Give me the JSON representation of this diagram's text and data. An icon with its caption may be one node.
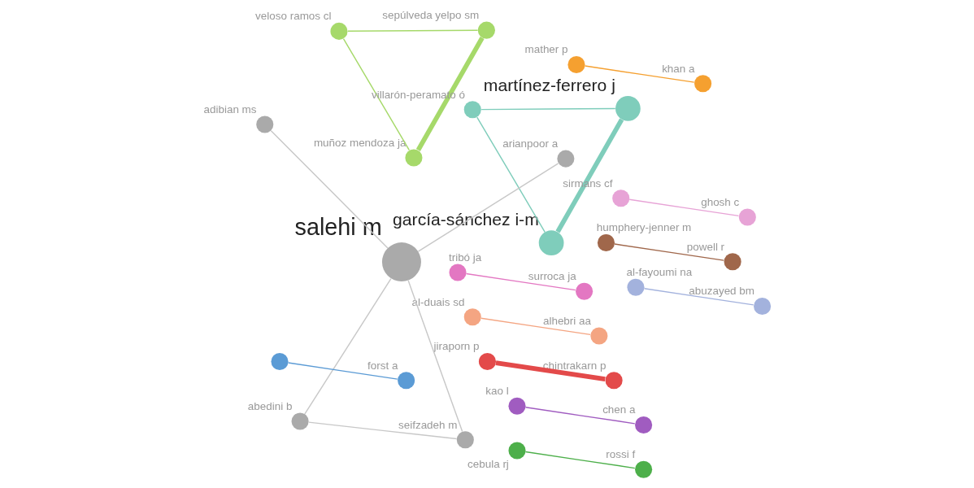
{
  "diagram": {
    "nodes": [
      {
        "text": [
          "veloso ramos cl"
        ]
      },
      {
        "text": [
          "tribó ja"
        ]
      },
      {
        "text": [
          "al-duais sd"
        ]
      },
      {
        "text": [
          "sepúlveda yelpo sm"
        ]
      },
      {
        "text": [
          "muñoz mendoza ja"
        ]
      },
      {
        "text": [
          "jiraporn p"
        ]
      },
      {
        "text": [
          "surroca ja"
        ]
      },
      {
        "text": [
          "alhebri aa"
        ]
      },
      {
        "text": [
          "abedini b"
        ]
      },
      {
        "text": [
          "seifzadeh m"
        ]
      },
      {
        "text": [],
        "shape": "circle"
      },
      {
        "text": [
          "villarón-peramato ó"
        ]
      },
      {
        "text": [
          "chintrakarn p"
        ]
      },
      {
        "text": [
          "martínez-ferrero j"
        ]
      },
      {
        "text": [
          "salehi m"
        ]
      },
      {
        "text": [
          "adibian ms"
        ]
      },
      {
        "text": [
          "arianpoor a"
        ]
      },
      {
        "text": [
          "forst a"
        ]
      },
      {
        "text": [
          "garcía-sánchez i-m"
        ]
      },
      {
        "text": [
          "kao l"
        ]
      },
      {
        "text": [
          "humphery-jenner m"
        ]
      },
      {
        "text": [
          "mather p"
        ]
      },
      {
        "text": [
          "sirmans cf"
        ]
      },
      {
        "text": [
          "ghosh c"
        ]
      },
      {
        "text": [
          "chen a"
        ]
      },
      {
        "text": [
          "cebula rj"
        ]
      },
      {
        "text": [
          "rossi f"
        ]
      },
      {
        "text": [
          "al-fayoumi na"
        ]
      },
      {
        "text": [
          "abuzayed bm"
        ]
      },
      {
        "text": [
          "powell r"
        ]
      },
      {
        "text": [
          "khan a"
        ]
      }
    ],
    "edges": [
      {
        "from": 3,
        "to": 0,
        "arrow": "none",
        "color": "#a6d96a"
      },
      {
        "from": 0,
        "to": 4,
        "arrow": "none",
        "color": "#a6d96a"
      },
      {
        "from": 3,
        "to": 4,
        "arrow": "none",
        "style": "thick",
        "color": "#a6d96a"
      },
      {
        "from": 1,
        "to": 6,
        "arrow": "none",
        "color": "#e377c2"
      },
      {
        "from": 2,
        "to": 7,
        "arrow": "none",
        "color": "#f4a582"
      },
      {
        "from": 5,
        "to": 12,
        "arrow": "none",
        "style": "thick",
        "color": "#e34a4a"
      },
      {
        "from": 8,
        "to": 9,
        "arrow": "none"
      },
      {
        "from": 8,
        "to": 14,
        "arrow": "none"
      },
      {
        "from": 14,
        "to": 9,
        "arrow": "none"
      },
      {
        "from": 14,
        "to": 16,
        "arrow": "none"
      },
      {
        "from": 14,
        "to": 15,
        "arrow": "none"
      },
      {
        "from": 10,
        "to": 17,
        "arrow": "none",
        "color": "#5b9bd5"
      },
      {
        "from": 13,
        "to": 11,
        "arrow": "none",
        "color": "#7fcdbb"
      },
      {
        "from": 11,
        "to": 18,
        "arrow": "none",
        "color": "#7fcdbb"
      },
      {
        "from": 13,
        "to": 18,
        "arrow": "none",
        "style": "thick",
        "color": "#7fcdbb"
      },
      {
        "from": 19,
        "to": 24,
        "arrow": "none",
        "color": "#a05cc0"
      },
      {
        "from": 20,
        "to": 29,
        "arrow": "none",
        "color": "#a0674b"
      },
      {
        "from": 21,
        "to": 30,
        "arrow": "none",
        "color": "#f5a030"
      },
      {
        "from": 22,
        "to": 23,
        "arrow": "none",
        "color": "#e7a3d6"
      },
      {
        "from": 25,
        "to": 26,
        "arrow": "none",
        "color": "#4daf4a"
      },
      {
        "from": 27,
        "to": 28,
        "arrow": "none",
        "color": "#a3b2dd"
      }
    ]
  }
}
